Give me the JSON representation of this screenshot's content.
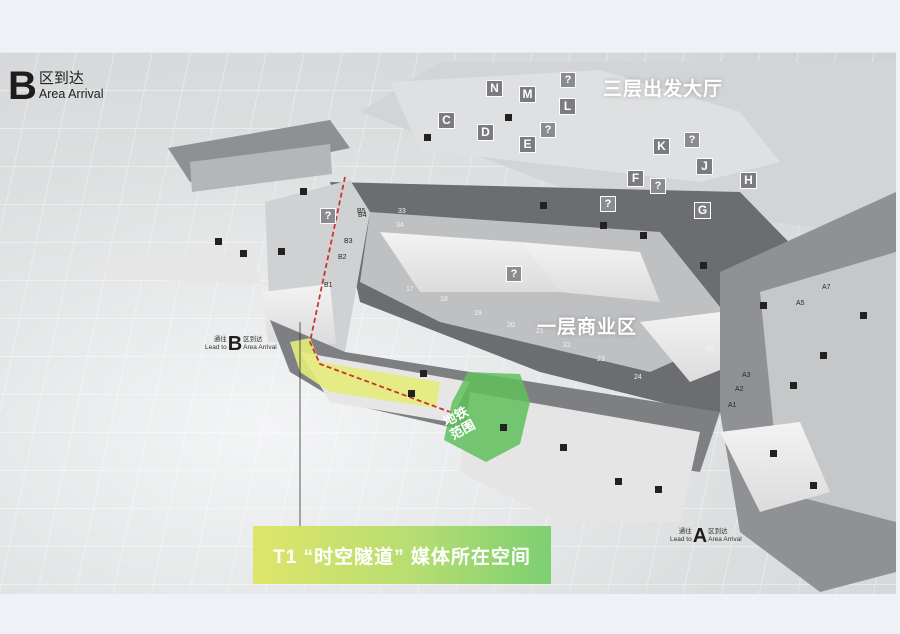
{
  "b_arrival": {
    "letter": "B",
    "cn": "区到达",
    "en": "Area Arrival"
  },
  "zones": {
    "departure_hall": "三层出发大厅",
    "commercial_area": "一层商业区",
    "metro_area": [
      "地铁",
      "范围"
    ]
  },
  "lead_to_b": {
    "cn_prefix": "通往",
    "en_prefix": "Lead to",
    "letter": "B",
    "cn": "区到达",
    "en": "Area Arrival"
  },
  "lead_to_a": {
    "cn_prefix": "通往",
    "en_prefix": "Lead to",
    "letter": "A",
    "cn": "区到达",
    "en": "Area Arrival"
  },
  "banner": "T1 “时空隧道” 媒体所在空间",
  "counters": [
    "N",
    "M",
    "L",
    "C",
    "D",
    "E",
    "K",
    "F",
    "J",
    "H",
    "G"
  ],
  "gates": [
    "B1",
    "B2",
    "B3",
    "B4",
    "B5",
    "A1",
    "A2",
    "A3",
    "A5",
    "A7"
  ],
  "stands": [
    "17",
    "18",
    "19",
    "20",
    "21",
    "22",
    "23",
    "24",
    "25",
    "33",
    "34"
  ],
  "help_symbol": "?",
  "colors": {
    "route_line": "#c8352f",
    "metro_green": "#5fbf5c",
    "highlight_yellow": "#e6ec7a",
    "road_dark": "#6b6d70",
    "building": "#e9eaeb"
  }
}
